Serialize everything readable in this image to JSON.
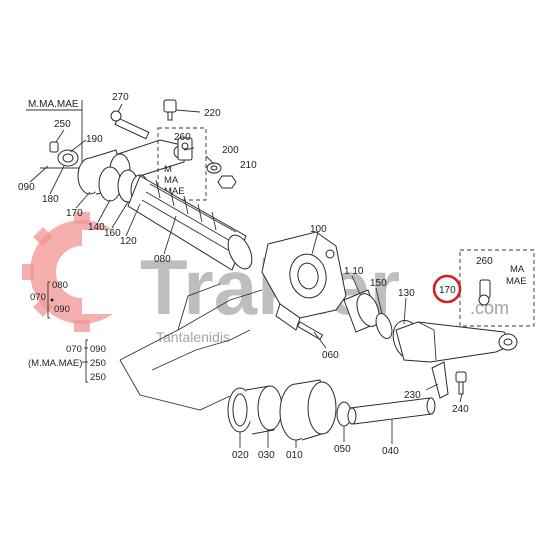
{
  "callouts": {
    "p270": "270",
    "p220": "220",
    "p250": "250",
    "p190": "190",
    "p260a": "260",
    "p200": "200",
    "p210": "210",
    "p090a": "090",
    "p180": "180",
    "p170a": "170",
    "p140": "140",
    "p160": "160",
    "p120": "120",
    "p080a": "080",
    "p100": "100",
    "p110": "1 10",
    "p150": "150",
    "p130": "130",
    "p170b": "170",
    "p260b": "260",
    "p060": "060",
    "p230": "230",
    "p240": "240",
    "p020": "020",
    "p030": "030",
    "p010": "010",
    "p050": "050",
    "p040": "040"
  },
  "groups": {
    "model_top": "M.MA.MAE",
    "model_box_m": "M",
    "model_box_ma": "MA",
    "model_box_mae": "MAE",
    "model_right_ma": "MA",
    "model_right_mae": "MAE",
    "left_080": "080",
    "left_070": "070",
    "left_090": "090",
    "bottom_070": "070",
    "bottom_090": "090",
    "bottom_model": "(M.MA.MAE)",
    "bottom_250": "250"
  },
  "watermark": {
    "brand": "Trakter",
    "domain": ".com",
    "sub": "Tantalenidis"
  },
  "highlight": {
    "color": "#cc2222",
    "label": "170"
  }
}
